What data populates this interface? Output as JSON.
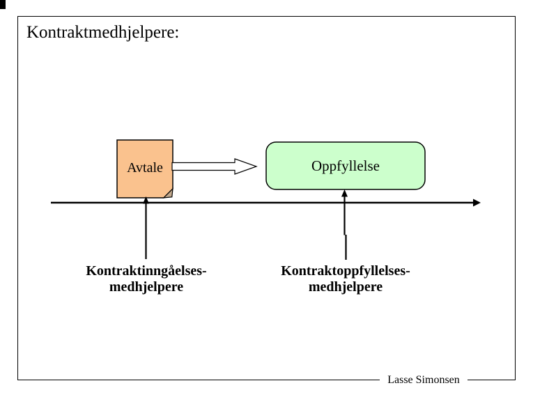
{
  "title": "Kontraktmedhjelpere:",
  "shapes": {
    "avtale": "Avtale",
    "oppfyllelse": "Oppfyllelse"
  },
  "labels": {
    "left": {
      "line1": "Kontraktinngåelses-",
      "line2": "medhjelpere"
    },
    "right": {
      "line1": "Kontraktoppfyllelses-",
      "line2": "medhjelpere"
    }
  },
  "footer": "Lasse Simonsen",
  "colors": {
    "note_fill": "#FAC28E",
    "note_fold": "#C2A98D",
    "process_fill": "#CCFFCC",
    "outline": "#000000"
  }
}
